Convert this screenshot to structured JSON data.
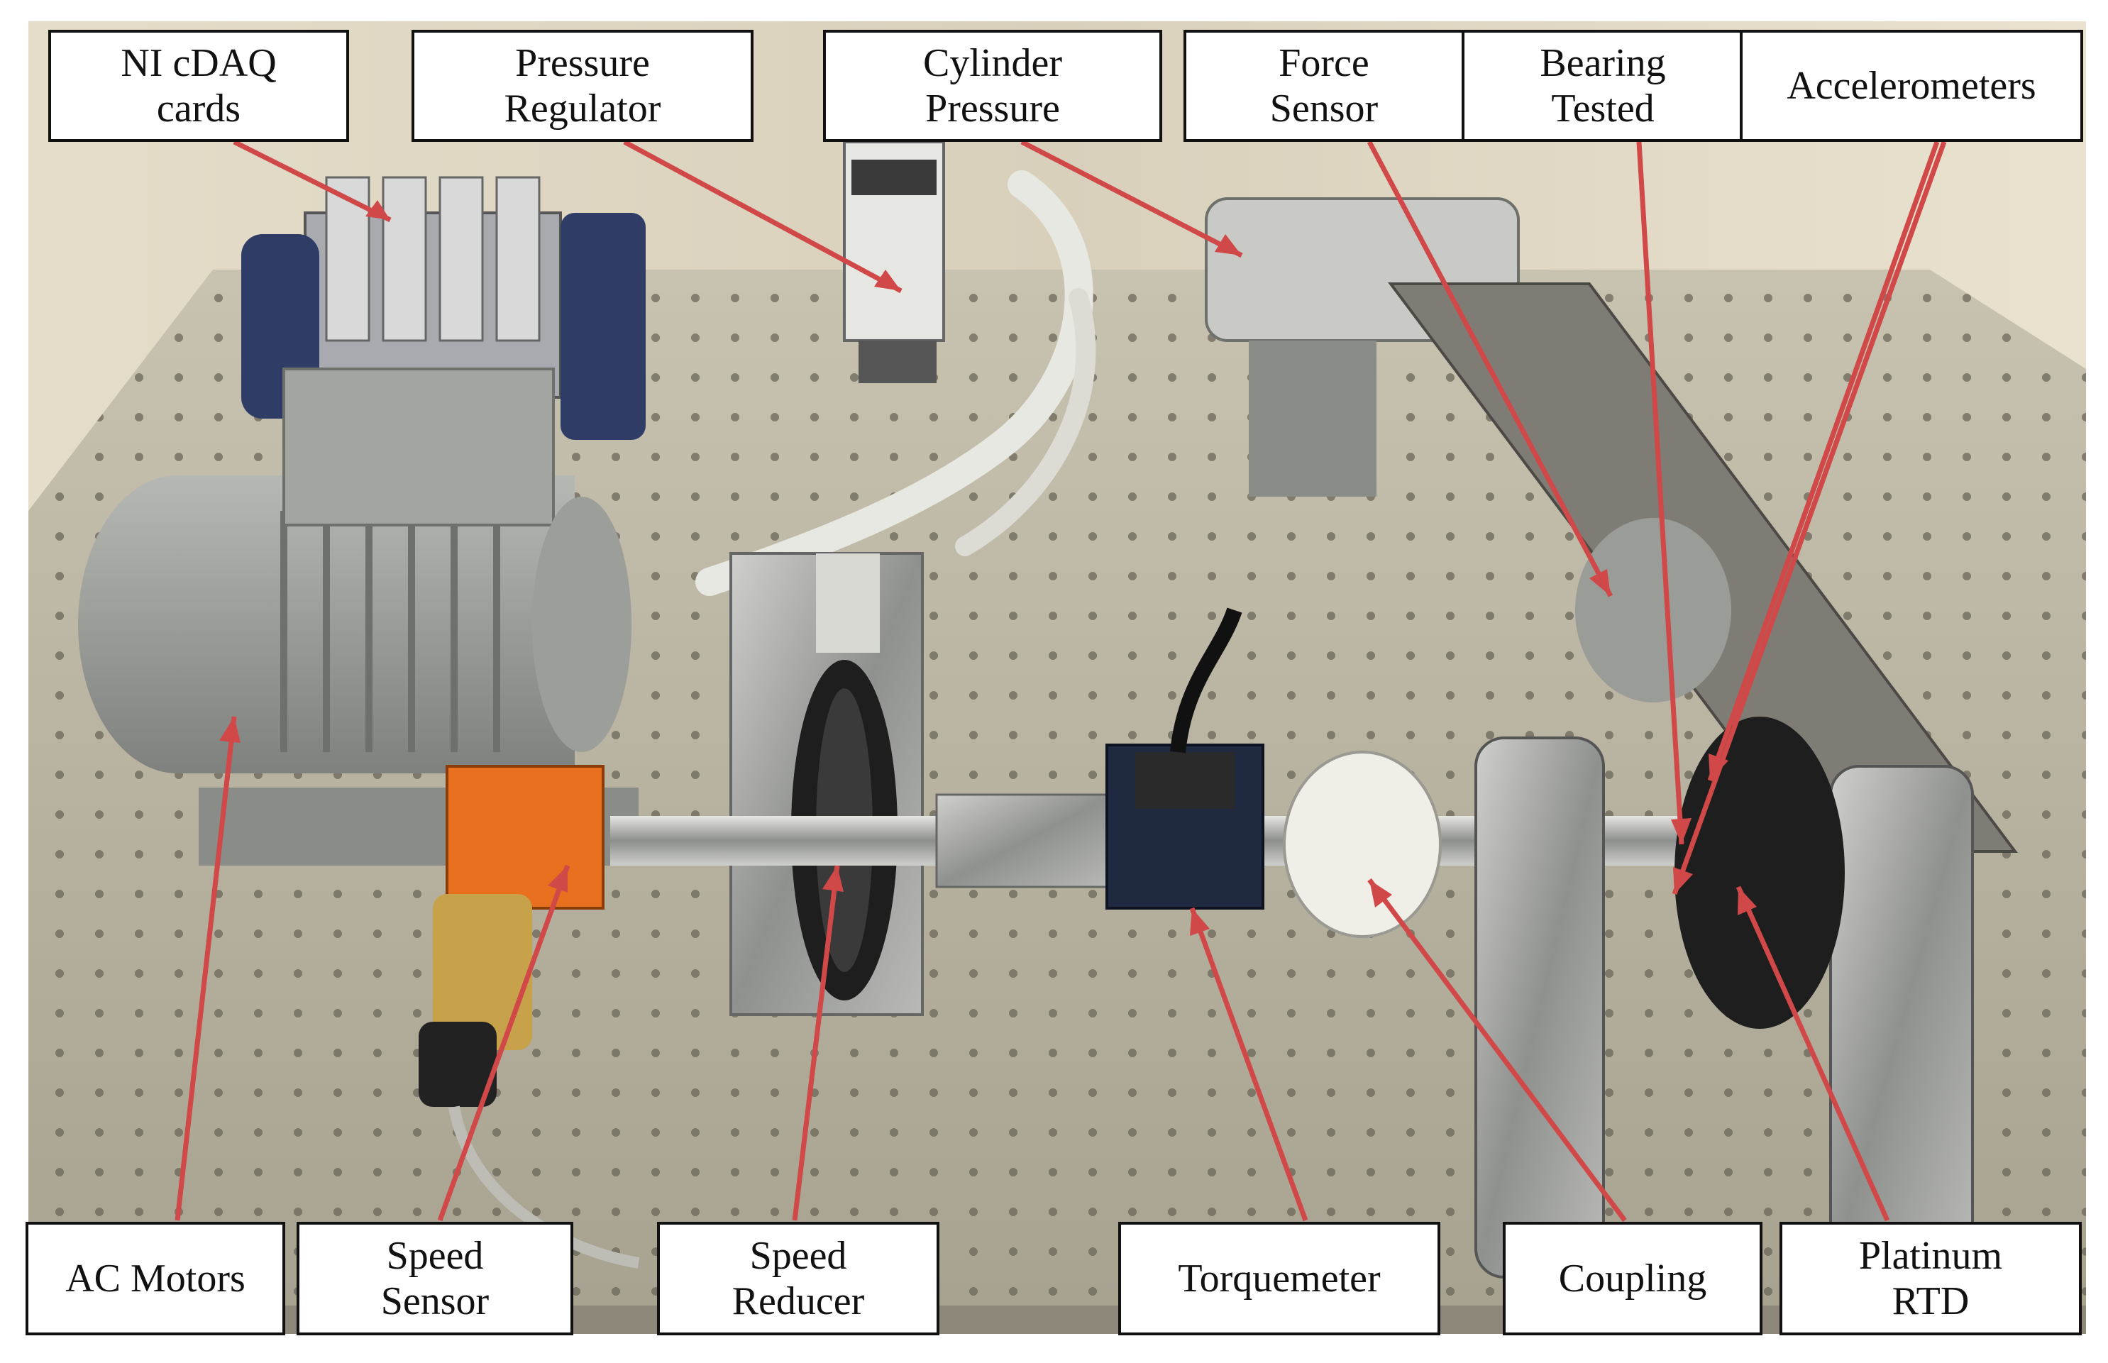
{
  "figure": {
    "description_colors": {
      "arrow": "#d04848",
      "label_border": "#111111",
      "label_background": "#ffffff",
      "motor_body": "#9a9c98",
      "speed_sensor": "#e8701e",
      "table_plate": "#bdb7a6"
    },
    "labels": {
      "ni_cdaq": "NI cDAQ\ncards",
      "pressure_regulator": "Pressure\nRegulator",
      "cylinder_pressure": "Cylinder\nPressure",
      "force_sensor": "Force\nSensor",
      "bearing_tested": "Bearing\nTested",
      "accelerometers": "Accelerometers",
      "ac_motors": "AC Motors",
      "speed_sensor": "Speed\nSensor",
      "speed_reducer": "Speed\nReducer",
      "torquemeter": "Torquemeter",
      "coupling": "Coupling",
      "platinum_rtd": "Platinum\nRTD"
    }
  }
}
